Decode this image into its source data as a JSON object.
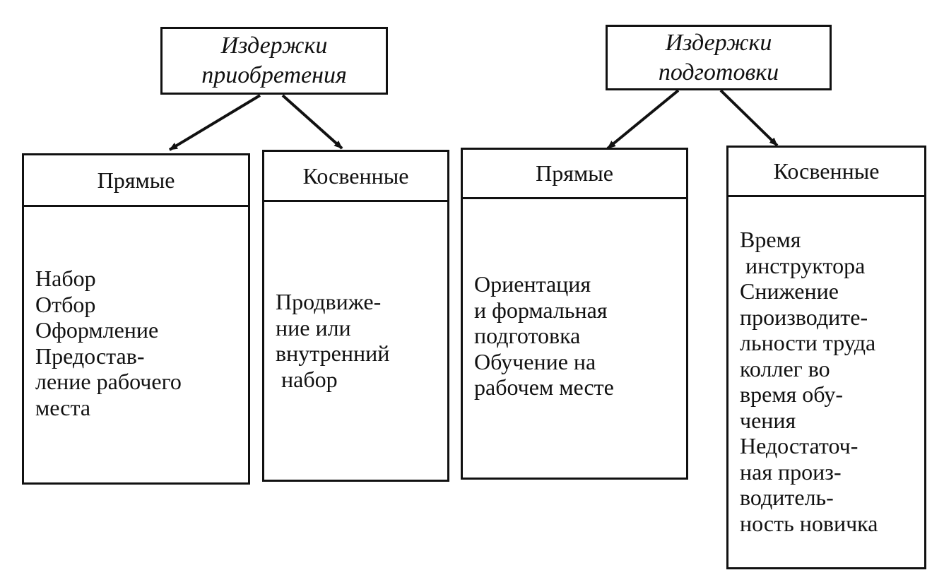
{
  "categories": [
    {
      "lines": [
        "Издержки",
        "приобретения"
      ],
      "columns": [
        {
          "header": "Прямые",
          "items": [
            "Набор",
            "Отбор",
            "Оформление",
            "Предостав-",
            "ление рабочего",
            "места"
          ]
        },
        {
          "header": "Косвенные",
          "items": [
            "Продвиже-",
            "ние или",
            "внутренний",
            " набор"
          ]
        }
      ]
    },
    {
      "lines": [
        "Издержки",
        "подготовки"
      ],
      "columns": [
        {
          "header": "Прямые",
          "items": [
            "Ориентация",
            "и формальная",
            "подготовка",
            "Обучение на",
            "рабочем месте"
          ]
        },
        {
          "header": "Косвенные",
          "items": [
            "Время",
            " инструктора",
            "Снижение",
            "производите-",
            "льности труда",
            "коллег во",
            "время обу-",
            "чения",
            "Недостаточ-",
            "ная произ-",
            "водитель-",
            "ность новичка"
          ]
        }
      ]
    }
  ]
}
